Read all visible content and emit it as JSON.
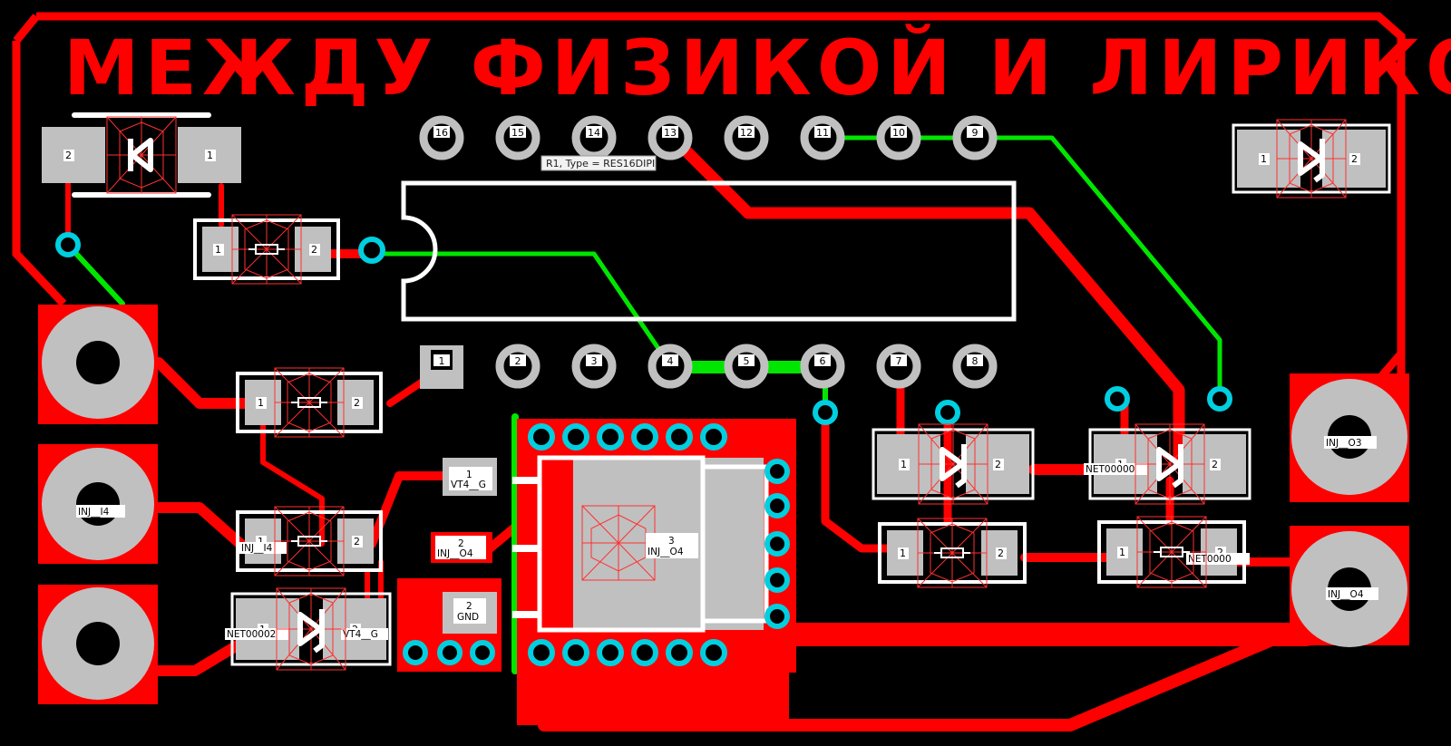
{
  "colors": {
    "background": "#000000",
    "copper_top": "#ff0000",
    "copper_bottom": "#00e600",
    "pad": "#c0c0c0",
    "via": "#00cfe0",
    "silkscreen": "#ffffff",
    "courtyard": "#ff3030"
  },
  "title": "МЕЖДУ   ФИЗИКОЙ   И   ЛИРИКОЙ",
  "tooltip": "R1, Type = RES16DIPI",
  "dip_pins_top": [
    "16",
    "15",
    "14",
    "13",
    "12",
    "11",
    "10",
    "9"
  ],
  "dip_pins_bottom": [
    "1",
    "2",
    "3",
    "4",
    "5",
    "6",
    "7",
    "8"
  ],
  "pad_numbers": {
    "one": "1",
    "two": "2"
  },
  "net_labels": {
    "inj_i4": "INJ__I4",
    "inj_i4_pad": "INJ__I4",
    "inj_o3": "INJ__O3",
    "inj_o4": "INJ__O4",
    "net_00000_a": "NET00000",
    "net_00000_b": "NET0000",
    "net_00002": "NET00002",
    "vt4_g_pad": "VT4__G",
    "vt4_g_tag": "VT4__G",
    "inj_o4_tag": "INJ__O4",
    "inj_o4_center": "INJ__O4",
    "gnd_tag": "GND"
  },
  "tag_numbers": {
    "vt4_g": "1",
    "inj_o4": "2",
    "center": "3",
    "gnd": "2"
  }
}
